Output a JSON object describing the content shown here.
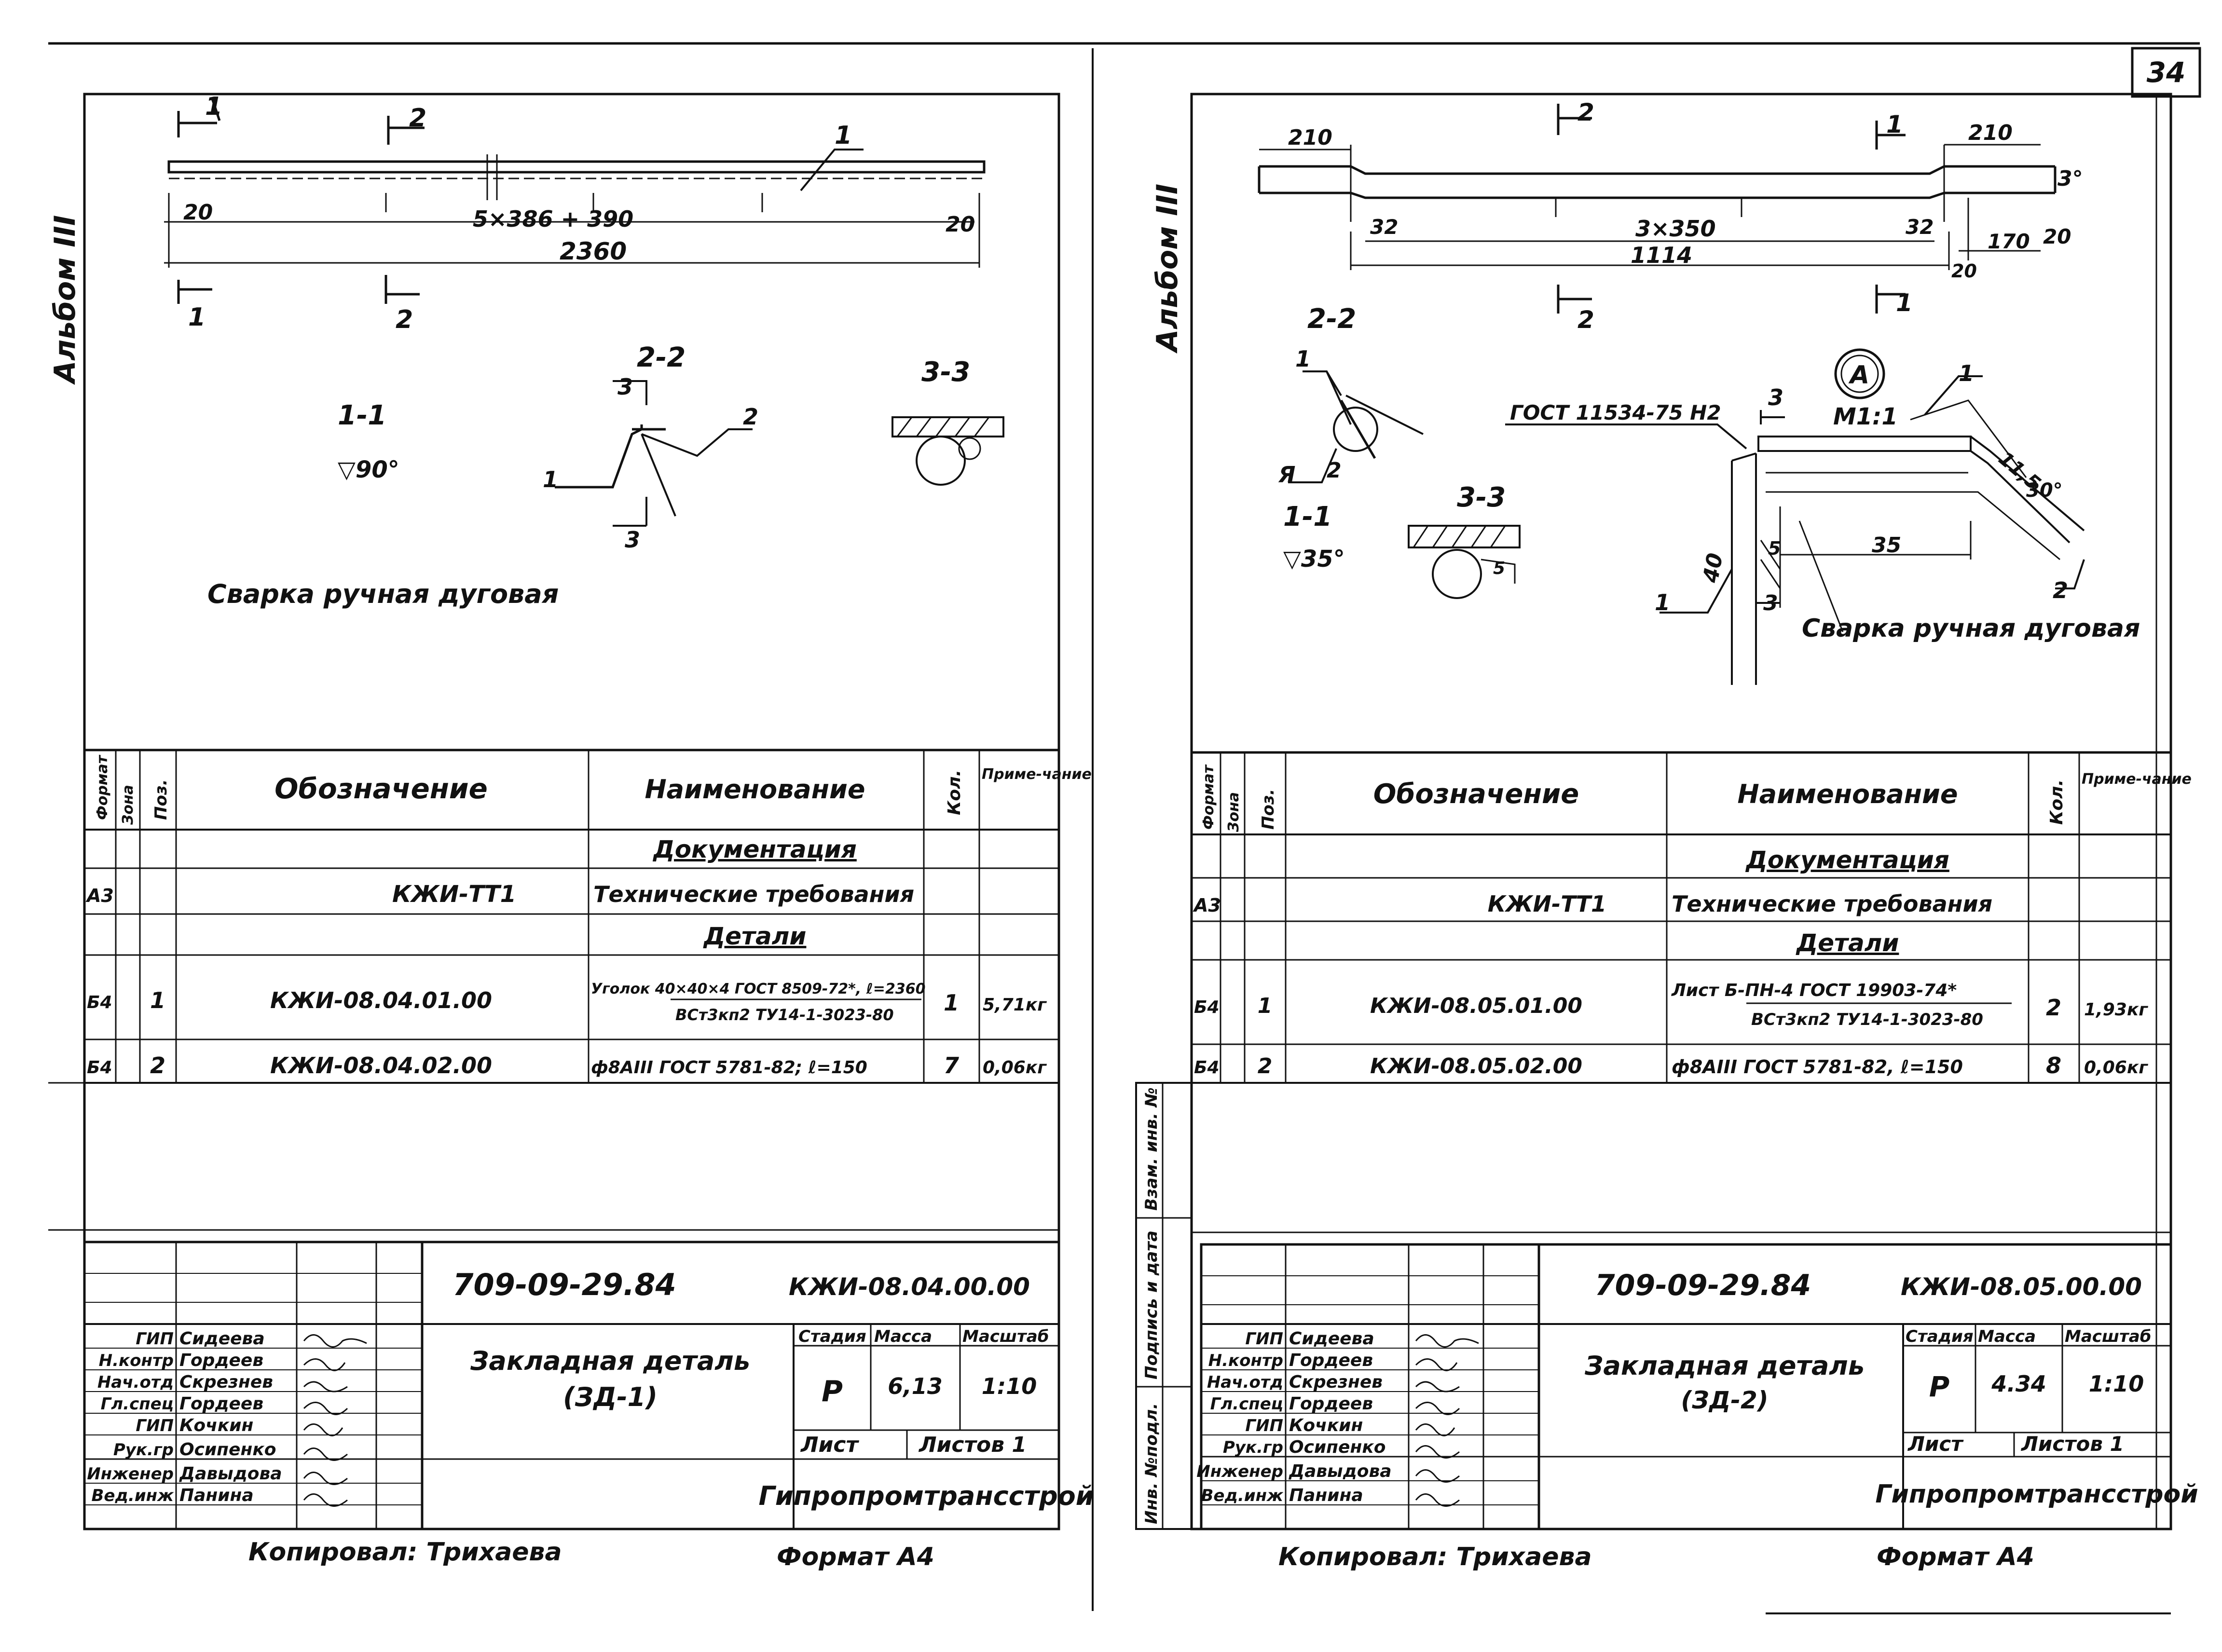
{
  "page_number": "34",
  "left": {
    "album": "Альбом III",
    "top_dims": {
      "d1": "20",
      "d2": "5×386 + 390",
      "d3": "20",
      "d4": "2360"
    },
    "markers": {
      "m1": "1",
      "m2": "2",
      "m3": "1"
    },
    "section_11": "1-1",
    "section_22": "2-2",
    "section_33": "3-3",
    "weld_sym": "▽90°",
    "weld_note": "Сварка ручная дуговая",
    "spec_headers": {
      "format": "Формат",
      "zone": "Зона",
      "pos": "Поз.",
      "designation": "Обозначение",
      "name": "Наименование",
      "qty": "Кол.",
      "note": "Приме-чание"
    },
    "spec_rows": [
      {
        "format": "",
        "pos": "",
        "designation": "",
        "name": "Документация",
        "qty": "",
        "note": ""
      },
      {
        "format": "А3",
        "pos": "",
        "designation": "КЖИ-ТТ1",
        "name": "Технические требования",
        "qty": "",
        "note": ""
      },
      {
        "format": "",
        "pos": "",
        "designation": "",
        "name": "Детали",
        "qty": "",
        "note": ""
      },
      {
        "format": "Б4",
        "pos": "1",
        "designation": "КЖИ-08.04.01.00",
        "name": "Уголок 40×40×4 ГОСТ 8509-72*, ℓ=2360",
        "name2": "ВСт3кп2 ТУ14-1-3023-80",
        "qty": "1",
        "note": "5,71кг"
      },
      {
        "format": "Б4",
        "pos": "2",
        "designation": "КЖИ-08.04.02.00",
        "name": "ф8АIII ГОСТ 5781-82; ℓ=150",
        "qty": "7",
        "note": "0,06кг"
      }
    ],
    "title": {
      "code": "709-09-29.84",
      "doc_number": "КЖИ-08.04.00.00",
      "name": "Закладная деталь",
      "name2": "(ЗД-1)",
      "stage_label": "Стадия",
      "mass_label": "Масса",
      "scale_label": "Масштаб",
      "stage": "Р",
      "mass": "6,13",
      "scale": "1:10",
      "sheet_label": "Лист",
      "sheets_label": "Листов 1",
      "org": "Гипропромтрансстрой",
      "roles": [
        "ГИП",
        "Н.контр",
        "Нач.отд",
        "Гл.спец",
        "ГИП",
        "Рук.гр",
        "Инженер",
        "Вед.инж"
      ],
      "people": [
        "Сидеева",
        "Гордеев",
        "Скрезнев",
        "Гордеев",
        "Кочкин",
        "Осипенко",
        "Давыдова",
        "Панина"
      ]
    },
    "copied": "Копировал: Трихаева",
    "format": "Формат А4"
  },
  "right": {
    "album": "Альбом III",
    "top_dims": {
      "d1": "210",
      "d2": "210",
      "d3": "32",
      "d4": "3×350",
      "d5": "32",
      "d6": "1114",
      "d7": "170",
      "d8": "20",
      "d9": "20",
      "angle": "3°"
    },
    "section_22": "2-2",
    "section_11": "1-1",
    "section_33": "3-3",
    "weld_sym": "▽35°",
    "detail_mark": "А",
    "detail_scale": "М1:1",
    "gost": "ГОСТ 11534-75 Н2",
    "dims": {
      "a": "40",
      "b": "5",
      "c": "35",
      "d": "11,5",
      "e": "30°",
      "f": "5"
    },
    "weld_note": "Сварка ручная дуговая",
    "spec_headers": {
      "format": "Формат",
      "zone": "Зона",
      "pos": "Поз.",
      "designation": "Обозначение",
      "name": "Наименование",
      "qty": "Кол.",
      "note": "Приме-чание"
    },
    "spec_rows": [
      {
        "format": "",
        "pos": "",
        "designation": "",
        "name": "Документация",
        "qty": "",
        "note": ""
      },
      {
        "format": "А3",
        "pos": "",
        "designation": "КЖИ-ТТ1",
        "name": "Технические требования",
        "qty": "",
        "note": ""
      },
      {
        "format": "",
        "pos": "",
        "designation": "",
        "name": "Детали",
        "qty": "",
        "note": ""
      },
      {
        "format": "Б4",
        "pos": "1",
        "designation": "КЖИ-08.05.01.00",
        "name": "Лист Б-ПН-4 ГОСТ 19903-74*",
        "name2": "ВСт3кп2 ТУ14-1-3023-80",
        "qty": "2",
        "note": "1,93кг"
      },
      {
        "format": "Б4",
        "pos": "2",
        "designation": "КЖИ-08.05.02.00",
        "name": "ф8АIII ГОСТ 5781-82, ℓ=150",
        "qty": "8",
        "note": "0,06кг"
      }
    ],
    "side_labels": [
      "Инв. №подл.",
      "Подпись и дата",
      "Взам. инв. №"
    ],
    "title": {
      "code": "709-09-29.84",
      "doc_number": "КЖИ-08.05.00.00",
      "name": "Закладная деталь",
      "name2": "(ЗД-2)",
      "stage_label": "Стадия",
      "mass_label": "Масса",
      "scale_label": "Масштаб",
      "stage": "Р",
      "mass": "4.34",
      "scale": "1:10",
      "sheet_label": "Лист",
      "sheets_label": "Листов 1",
      "org": "Гипропромтрансстрой",
      "roles": [
        "ГИП",
        "Н.контр",
        "Нач.отд",
        "Гл.спец",
        "ГИП",
        "Рук.гр",
        "Инженер",
        "Вед.инж"
      ],
      "people": [
        "Сидеева",
        "Гордеев",
        "Скрезнев",
        "Гордеев",
        "Кочкин",
        "Осипенко",
        "Давыдова",
        "Панина"
      ]
    },
    "copied": "Копировал: Трихаева",
    "format": "Формат А4"
  }
}
